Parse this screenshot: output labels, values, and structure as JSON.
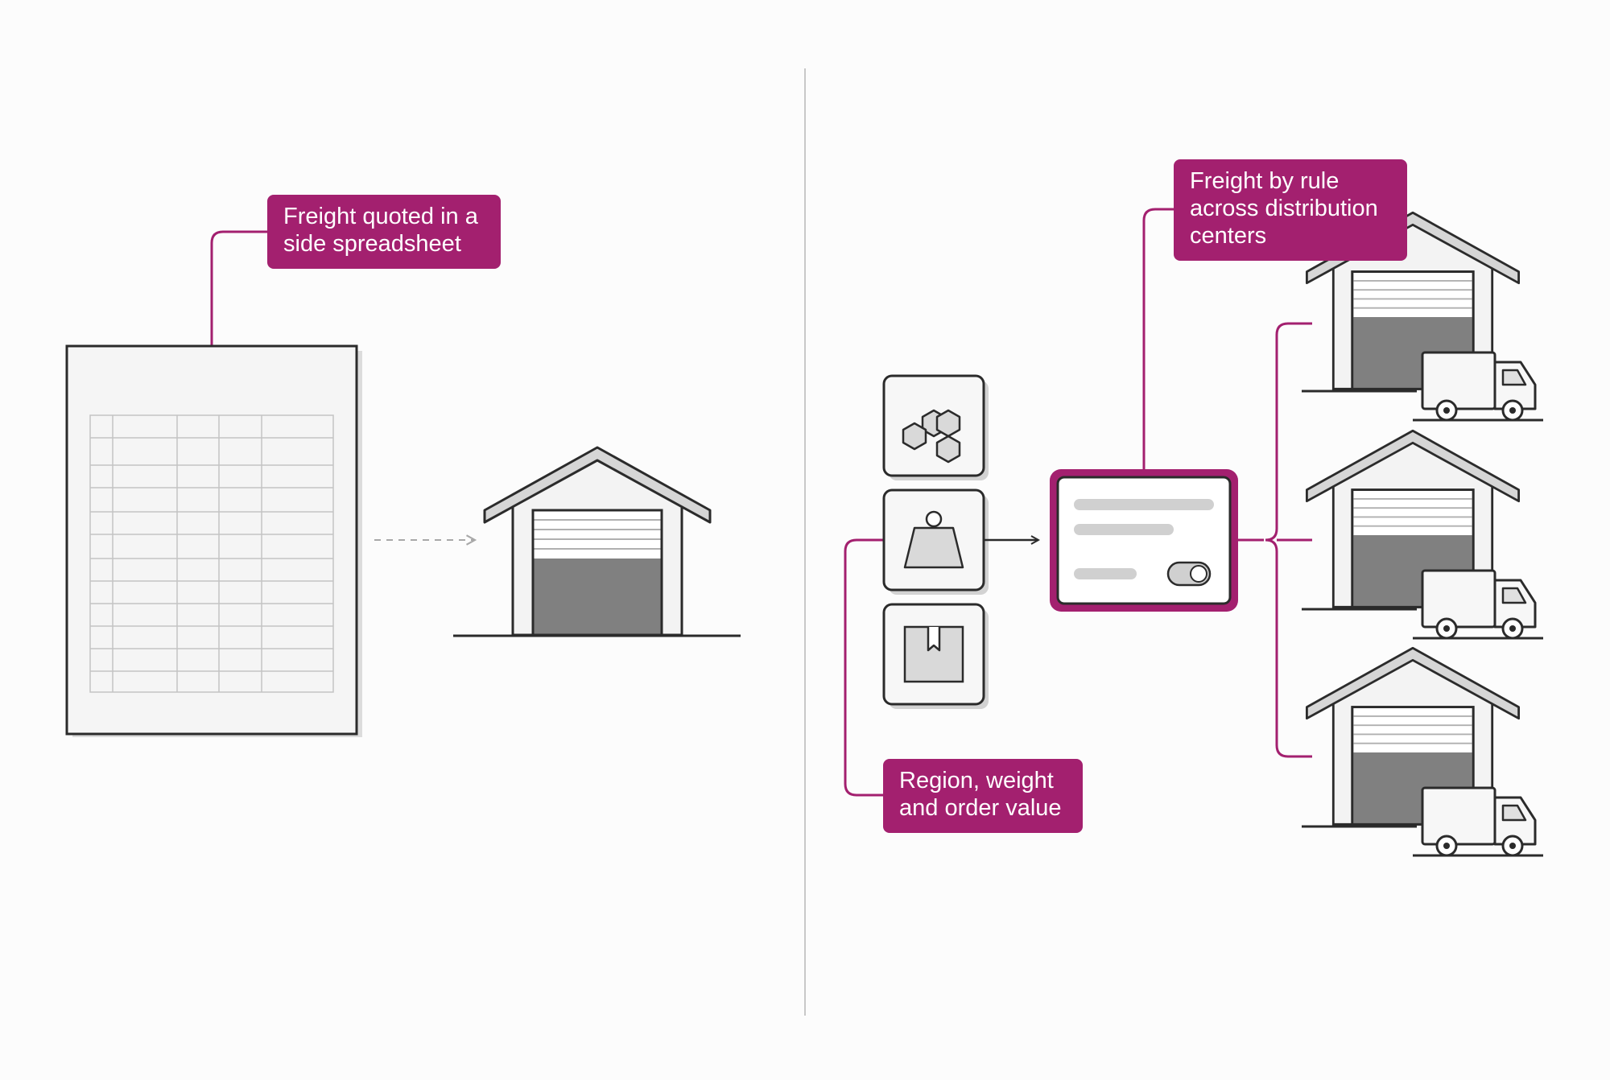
{
  "colors": {
    "accent": "#a3206f",
    "outline": "#2b2b2b",
    "door_dark": "#808080",
    "fill_light": "#f3f3f3",
    "background": "#fcfcfc"
  },
  "left_panel": {
    "callout": {
      "lines": [
        "Freight quoted in a",
        "side spreadsheet"
      ]
    },
    "icons": [
      "spreadsheet-icon",
      "warehouse-icon"
    ]
  },
  "right_panel": {
    "callout_top": {
      "lines": [
        "Freight by rule",
        "across distribution",
        "centers"
      ]
    },
    "callout_bottom": {
      "lines": [
        "Region, weight",
        "and order value"
      ]
    },
    "input_icons": [
      "hexagons-icon",
      "weight-icon",
      "package-icon"
    ],
    "rule_card": {
      "icon": "rule-card-icon",
      "toggle": "on"
    },
    "destinations": [
      "warehouse-icon",
      "warehouse-icon",
      "warehouse-icon"
    ]
  }
}
